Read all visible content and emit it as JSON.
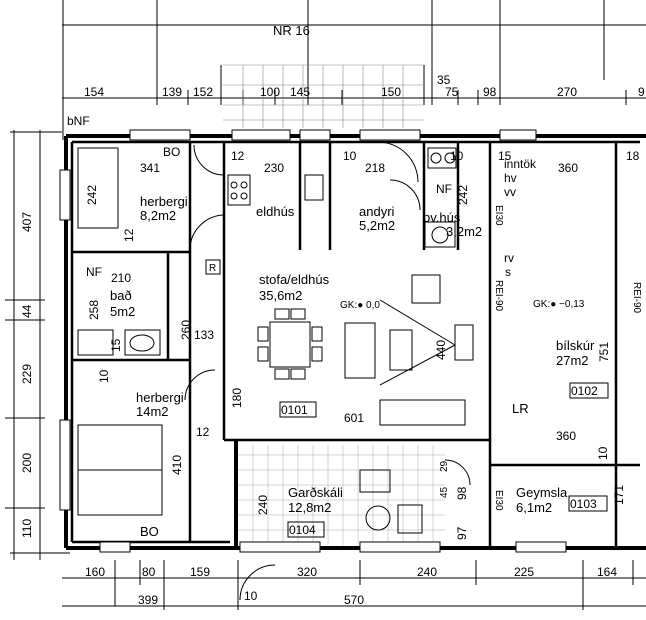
{
  "title": "NR 16",
  "top_dimensions": [
    "154",
    "139",
    "152",
    "100",
    "145",
    "150",
    "75",
    "98",
    "270",
    "35"
  ],
  "left_dimensions": [
    "407",
    "44",
    "229",
    "200",
    "110"
  ],
  "bottom_dimensions_row1": [
    "160",
    "80",
    "159",
    "320",
    "240",
    "225",
    "164"
  ],
  "bottom_dimensions_row2": [
    "399",
    "570",
    "10"
  ],
  "rooms": [
    {
      "name": "herbergi",
      "area": "8,2m2"
    },
    {
      "name": "bað",
      "area": "5m2"
    },
    {
      "name": "herbergi",
      "area": "14m2"
    },
    {
      "name": "eldhús",
      "area": ""
    },
    {
      "name": "stofa/eldhús",
      "area": "35,6m2"
    },
    {
      "name": "andyri",
      "area": "5,2m2"
    },
    {
      "name": "þv.hús",
      "area": "3,2m2"
    },
    {
      "name": "bílskúr",
      "area": "27m2"
    },
    {
      "name": "Garðskáli",
      "area": "12,8m2"
    },
    {
      "name": "Geymsla",
      "area": "6,1m2"
    }
  ],
  "room_codes": [
    "0101",
    "0102",
    "0103",
    "0104"
  ],
  "inner_labels": {
    "bnf": "bNF",
    "bo_top": "BO",
    "bo_bottom": "BO",
    "nf_left": "NF",
    "nf_right": "NF",
    "r_box": "R",
    "inntok": "inntök",
    "hv": "hv",
    "vv": "vv",
    "rv": "rv",
    "s": "s",
    "lr": "LR",
    "gk1": "GK:● 0,0",
    "gk2": "GK:● −0,13",
    "ei30_a": "EI30",
    "ei30_b": "EI30",
    "rei90_a": "REI-90",
    "rei90_b": "REI-90"
  },
  "inner_dimensions": {
    "d341": "341",
    "d242a": "242",
    "d12a": "12",
    "d12b": "12",
    "d230": "230",
    "d10a": "10",
    "d218": "218",
    "d10b": "10",
    "d15": "15",
    "d360a": "360",
    "d18": "18",
    "d242b": "242",
    "d210": "210",
    "d258": "258",
    "d260": "260",
    "d133": "133",
    "d10c": "10",
    "d15b": "15",
    "d440": "440",
    "d751": "751",
    "d180": "180",
    "d601": "601",
    "d12c": "12",
    "d410": "410",
    "d360b": "360",
    "d10d": "10",
    "d240": "240",
    "d45": "45",
    "d29": "29",
    "d98": "98",
    "d97": "97",
    "d171": "171",
    "d9": "9"
  },
  "colors": {
    "ink": "#000000",
    "background": "#ffffff",
    "grid": "#888888"
  }
}
